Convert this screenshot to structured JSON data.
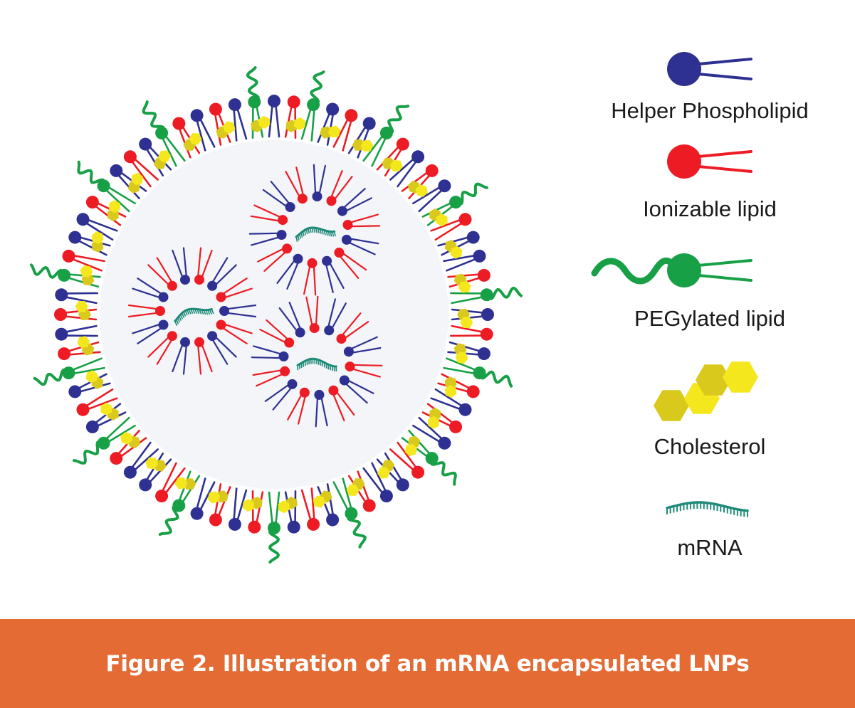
{
  "colors": {
    "helper_phospholipid": "#2e3192",
    "ionizable_lipid": "#ed1c24",
    "pegylated_lipid": "#17a046",
    "cholesterol_light": "#f5e71e",
    "cholesterol_dark": "#d9c91c",
    "mrna": "#1f8a78",
    "particle_core": "#f3f5f8",
    "caption_bar": "#e46b34"
  },
  "legend": [
    {
      "label": "Helper Phospholipid",
      "icon": "helper-phospholipid-icon"
    },
    {
      "label": "Ionizable lipid",
      "icon": "ionizable-lipid-icon"
    },
    {
      "label": "PEGylated lipid",
      "icon": "pegylated-lipid-icon"
    },
    {
      "label": "Cholesterol",
      "icon": "cholesterol-icon"
    },
    {
      "label": "mRNA",
      "icon": "mrna-icon"
    }
  ],
  "caption": "Figure 2. Illustration of an mRNA encapsulated LNPs"
}
